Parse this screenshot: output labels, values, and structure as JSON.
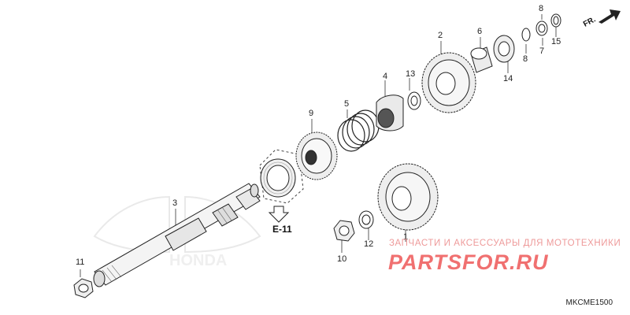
{
  "callouts": {
    "p1": "1",
    "p2": "2",
    "p3": "3",
    "p4": "4",
    "p5": "5",
    "p6": "6",
    "p7": "7",
    "p8a": "8",
    "p8b": "8",
    "p9": "9",
    "p10": "10",
    "p11": "11",
    "p12": "12",
    "p13": "13",
    "p14": "14",
    "p15": "15"
  },
  "reference_label": "E-11",
  "direction_label": "FR.",
  "diagram_code": "MKCME1500",
  "watermark": {
    "tagline": "ЗАПЧАСТИ И АКСЕССУАРЫ ДЛЯ МОТОТЕХНИКИ",
    "brand": "PARTSFOR.RU",
    "brand_colors": {
      "text": "#f07070",
      "tagline": "#ee9a9a"
    }
  },
  "background_logo": "HONDA"
}
